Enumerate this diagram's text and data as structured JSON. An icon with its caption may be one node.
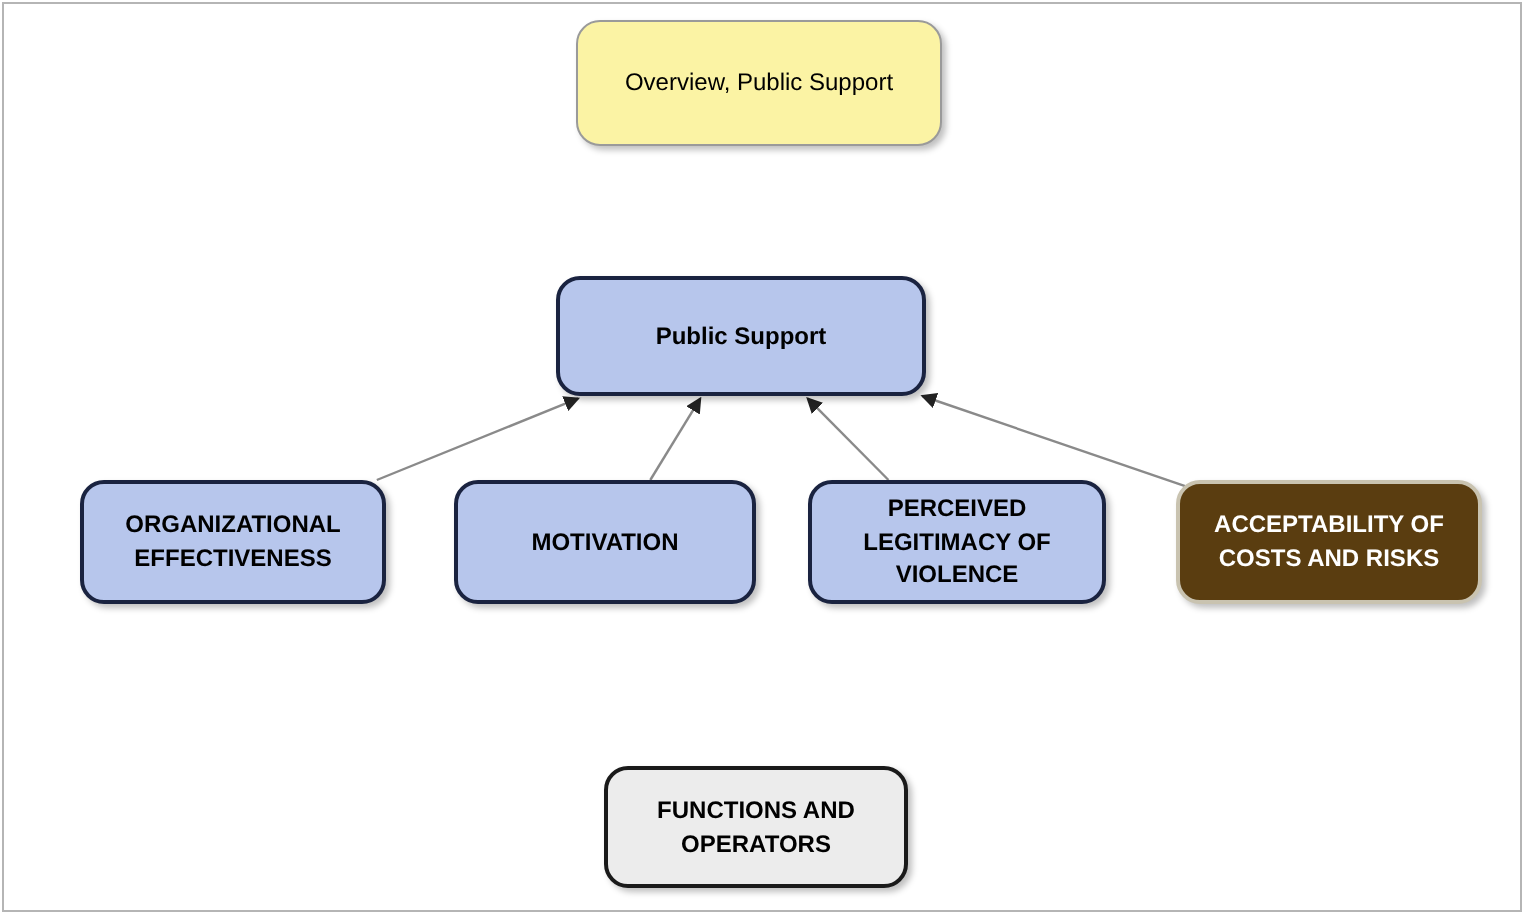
{
  "diagram": {
    "nodes": [
      {
        "text": [
          "Overview, Public Support"
        ]
      },
      {
        "text": [
          "Public Support"
        ]
      },
      {
        "text": [
          "ORGANIZATIONAL EFFECTIVENESS"
        ]
      },
      {
        "text": [
          "MOTIVATION"
        ]
      },
      {
        "text": [
          "PERCEIVED LEGITIMACY OF VIOLENCE"
        ]
      },
      {
        "text": [
          "ACCEPTABILITY OF COSTS AND RISKS"
        ]
      },
      {
        "text": [
          "FUNCTIONS AND OPERATORS"
        ]
      }
    ],
    "edges": [
      {
        "from": 2,
        "to": 1,
        "arrow": "to"
      },
      {
        "from": 3,
        "to": 1,
        "arrow": "to"
      },
      {
        "from": 4,
        "to": 1,
        "arrow": "to"
      },
      {
        "from": 5,
        "to": 1,
        "arrow": "to"
      }
    ]
  }
}
